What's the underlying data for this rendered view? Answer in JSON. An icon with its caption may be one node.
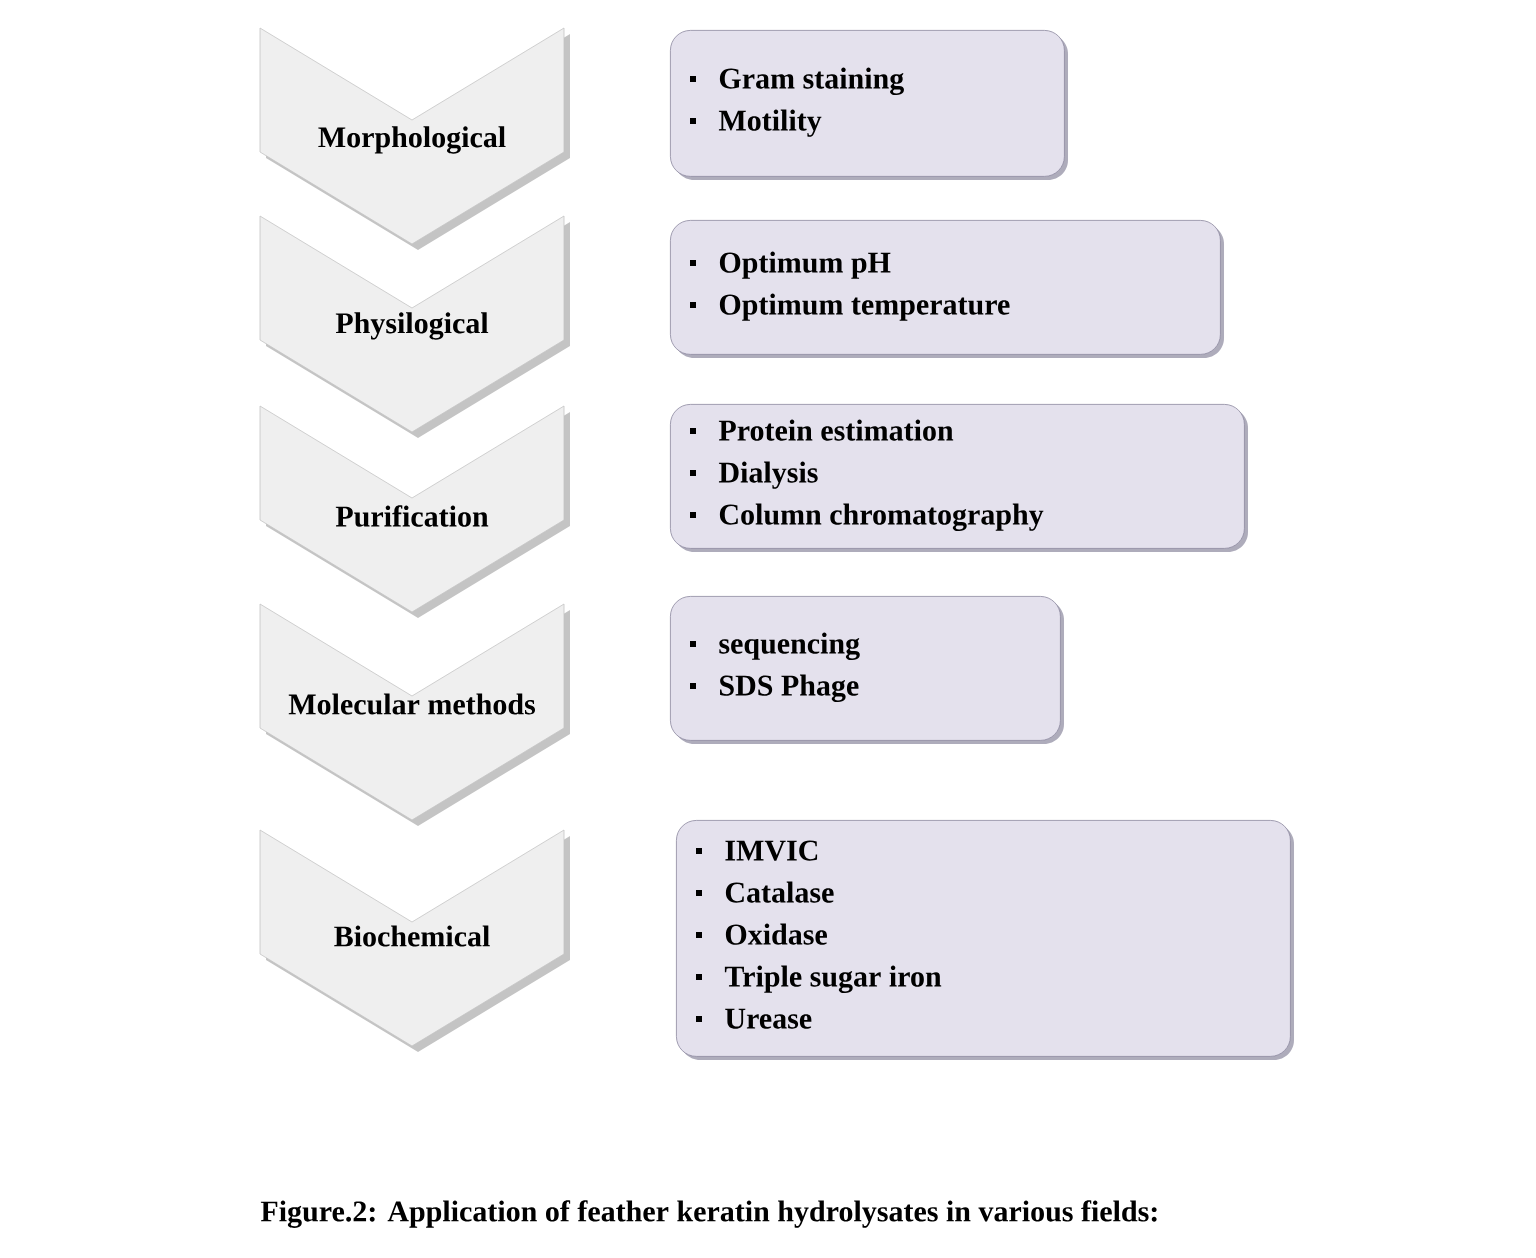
{
  "diagram": {
    "caption": "Figure.2: Application of feather keratin hydrolysates in various fields:",
    "nodes": [
      {
        "text": [
          "Morphological"
        ]
      },
      {
        "text": [
          "Gram staining",
          "Motility"
        ]
      },
      {
        "text": [
          "Physilogical"
        ]
      },
      {
        "text": [
          "Optimum pH",
          "Optimum temperature"
        ]
      },
      {
        "text": [
          "Purification"
        ]
      },
      {
        "text": [
          "Protein estimation",
          "Dialysis",
          "Column chromatography"
        ]
      },
      {
        "text": [
          "Molecular methods"
        ]
      },
      {
        "text": [
          "sequencing",
          "SDS Phage"
        ]
      },
      {
        "text": [
          "Biochemical"
        ]
      },
      {
        "text": [
          "IMVIC",
          "Catalase",
          "Oxidase",
          "Triple sugar iron",
          "Urease"
        ]
      }
    ]
  }
}
